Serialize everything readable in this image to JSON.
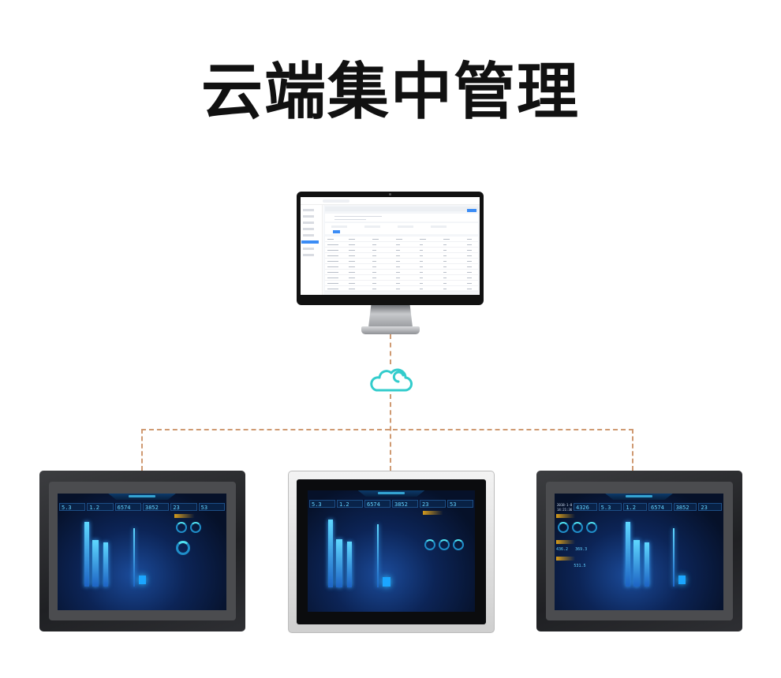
{
  "heading": "云端集中管理",
  "colors": {
    "connector": "#cf9a72",
    "cloud": "#33cccc",
    "accent_blue": "#3b8cf5",
    "screen_cyan": "#63d2ff",
    "panel_label_gold": "#d49a1b"
  },
  "icons": {
    "cloud": "cloud-icon"
  },
  "desktop_monitor": {
    "screen": "admin-dashboard-table",
    "sidebar_items": 8,
    "table_rows": 10,
    "pagination_active_page": 2
  },
  "panels": [
    {
      "id": "left",
      "bezel": "black",
      "kpis": [
        {
          "value": "5.3"
        },
        {
          "value": "1.2"
        },
        {
          "value": "6574"
        },
        {
          "value": "3852"
        },
        {
          "value": "23"
        },
        {
          "value": "53"
        }
      ]
    },
    {
      "id": "center",
      "bezel": "silver",
      "kpis": [
        {
          "value": "5.3"
        },
        {
          "value": "1.2"
        },
        {
          "value": "6574"
        },
        {
          "value": "3852"
        },
        {
          "value": "23"
        },
        {
          "value": "53"
        }
      ]
    },
    {
      "id": "right",
      "bezel": "black",
      "datetime": {
        "date": "2018-1-8",
        "time": "14:21:36"
      },
      "kpis": [
        {
          "value": "4326"
        },
        {
          "value": "5.3"
        },
        {
          "value": "1.2"
        },
        {
          "value": "6574"
        },
        {
          "value": "3852"
        },
        {
          "value": "23"
        }
      ],
      "side_values": [
        "436.2",
        "369.3",
        "531.5"
      ]
    }
  ]
}
